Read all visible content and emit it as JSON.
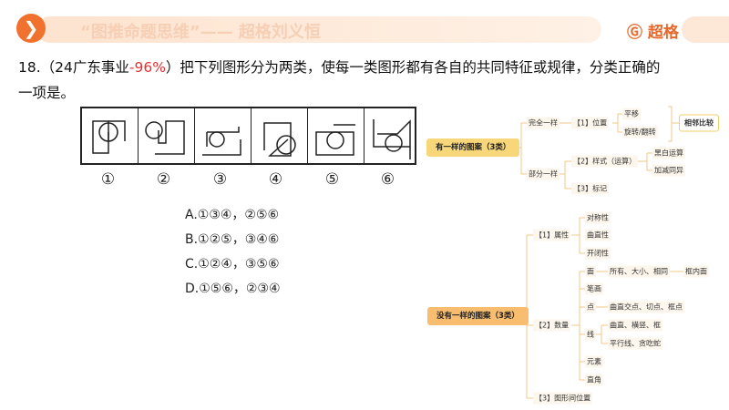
{
  "header": {
    "title": "“图推命题思维”—— 超格刘义恒",
    "logo": "超格",
    "nav_icon": "chevron-right-icon"
  },
  "question": {
    "prefix": "18.（24广东事业",
    "rate": "-96%",
    "rest": "）把下列图形分为两类，使每一类图形都有各自的共同特征或规律，分类正确的",
    "line2": "一项是。"
  },
  "figure_labels": [
    "①",
    "②",
    "③",
    "④",
    "⑤",
    "⑥"
  ],
  "options": [
    "A.①③④，②⑤⑥",
    "B.①②⑤，③④⑥",
    "C.①②④，③⑤⑥",
    "D.①⑤⑥，②③④"
  ],
  "mindmap": {
    "root1": "有一样的图案（3类）",
    "a1": "完全一样",
    "a1_1": "【1】位置",
    "a1_1a": "平移",
    "a1_1b": "旋转/翻转",
    "a1_note": "相邻比较",
    "a2": "部分一样",
    "a2_1": "【2】样式（运算）",
    "a2_1a": "黑白运算",
    "a2_1b": "加减同异",
    "a2_2": "【3】标记",
    "root2": "没有一样的图案（3类）",
    "b1": "【1】属性",
    "b1a": "对称性",
    "b1b": "曲直性",
    "b1c": "开闭性",
    "b2": "【2】数量",
    "b2a": "面",
    "b2a1": "所有、大小、相同",
    "b2a2": "框内面",
    "b2b": "笔画",
    "b2c": "点",
    "b2c1": "曲直交点、切点、框点",
    "b2d": "线",
    "b2d1": "曲直、横竖、框",
    "b2d2": "平行线、贪吃蛇",
    "b2e": "元素",
    "b2f": "直角",
    "b3": "【3】图形间位置"
  },
  "colors": {
    "accent": "#f0722e",
    "root1": "#f7d77a",
    "root2": "#f9bd6f",
    "red": "#e53030"
  }
}
